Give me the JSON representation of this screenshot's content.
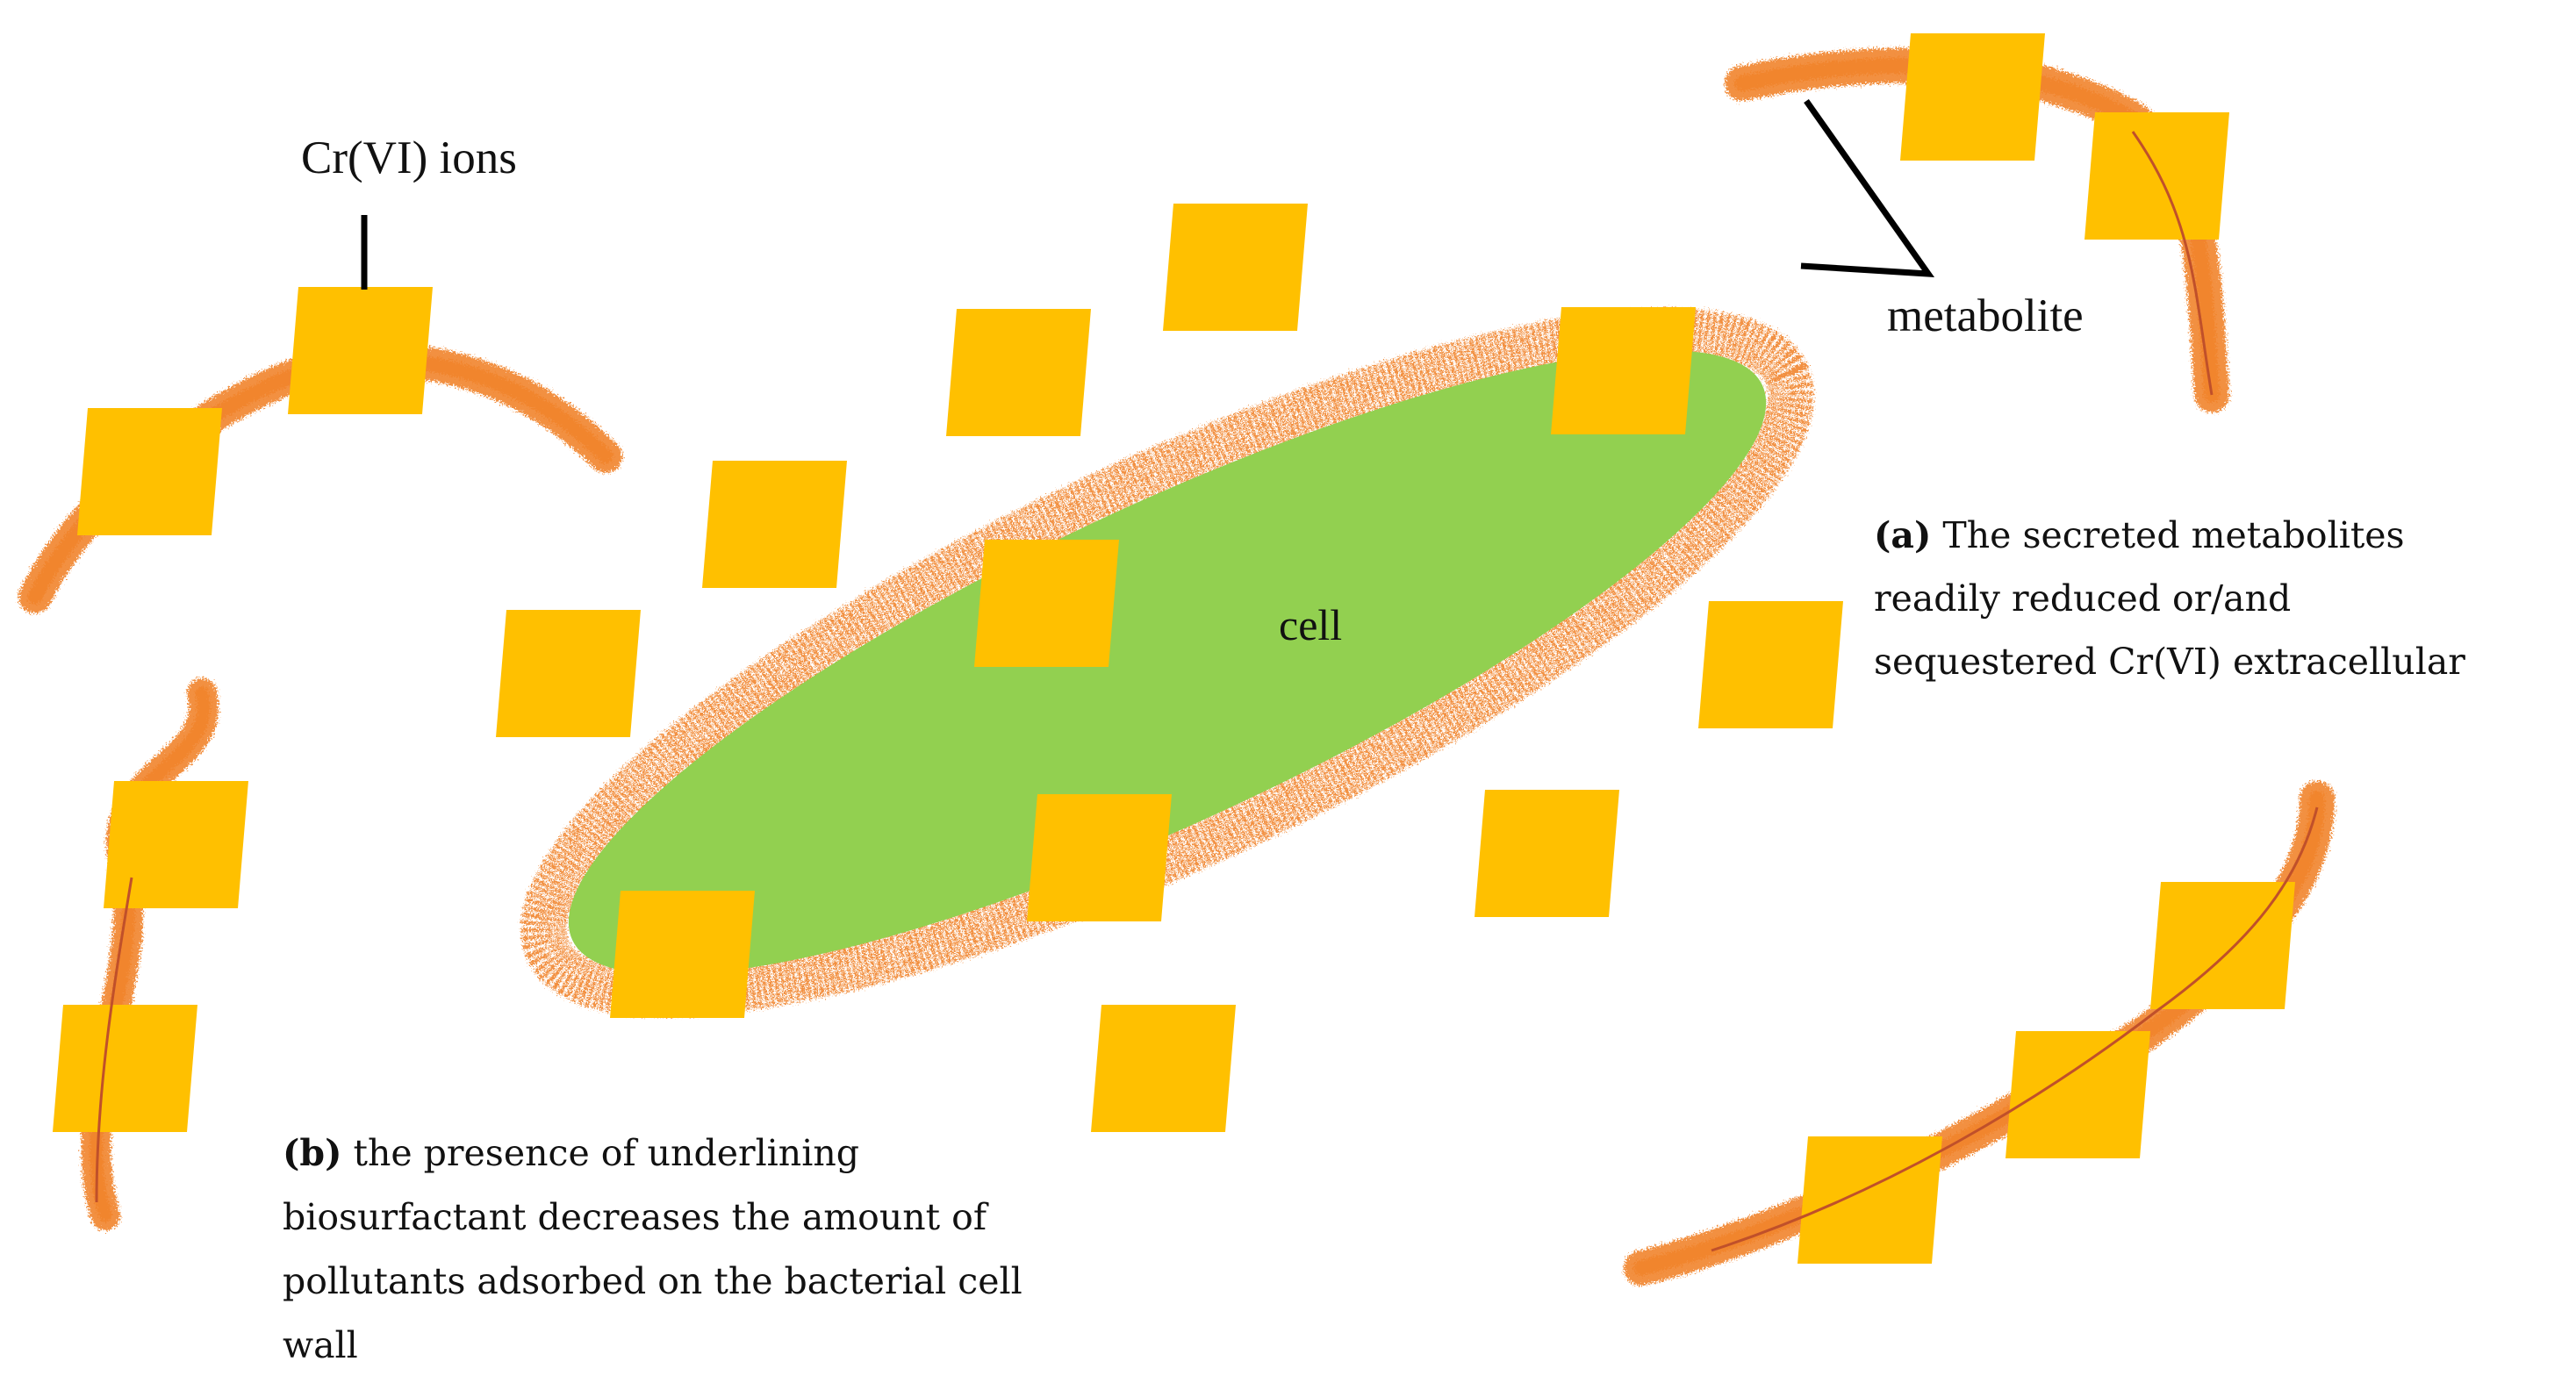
{
  "colors": {
    "background": "#ffffff",
    "cell_fill": "#92d050",
    "cr_square": "#ffc000",
    "metabolite": "#f07c1f",
    "pointer_line": "#000000"
  },
  "labels": {
    "cr_ions": "Cr(VI) ions",
    "metabolite": "metabolite",
    "cell": "cell"
  },
  "annotations": {
    "a": {
      "tag": "(a)",
      "lines": [
        " The secreted metabolites",
        "readily reduced or/and",
        "sequestered Cr(VI)  extracellular"
      ]
    },
    "b": {
      "tag": "(b)",
      "lines": [
        " the presence of underlining",
        "biosurfactant decreases the amount of",
        "pollutants adsorbed on the bacterial cell",
        "wall"
      ]
    }
  }
}
